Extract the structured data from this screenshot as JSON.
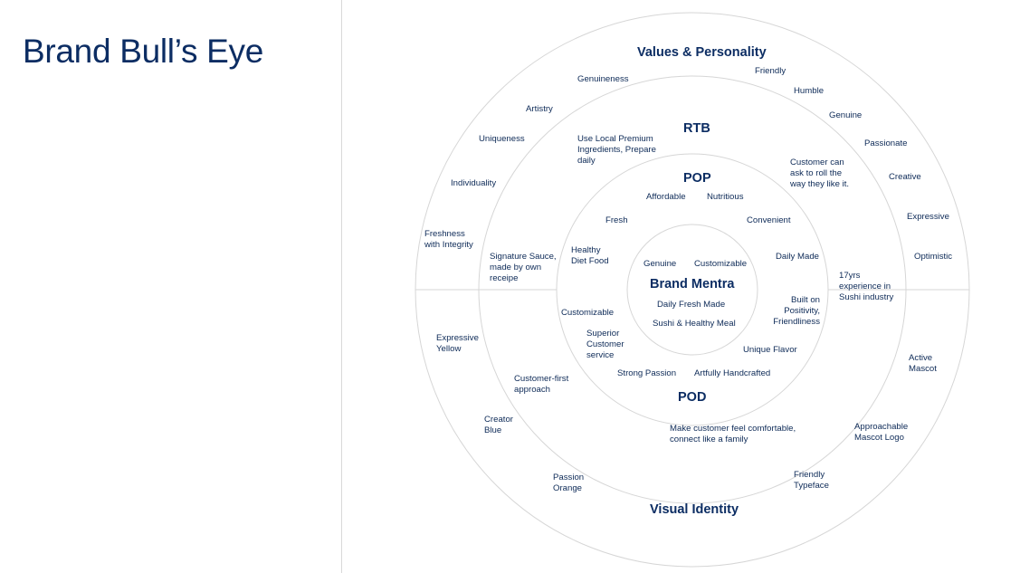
{
  "title": "Brand Bull’s Eye",
  "rings": {
    "values": {
      "heading": "Values & Personality",
      "items": [
        "Genuineness",
        "Friendly",
        "Humble",
        "Artistry",
        "Genuine",
        "Uniqueness",
        "Passionate",
        "Creative",
        "Individuality",
        "Expressive",
        "Freshness with Integrity",
        "Optimistic"
      ]
    },
    "visual": {
      "heading": "Visual Identity",
      "items": [
        "Expressive Yellow",
        "Active Mascot",
        "Creator Blue",
        "Approachable Mascot Logo",
        "Passion Orange",
        "Friendly Typeface"
      ]
    },
    "rtb": {
      "heading": "RTB",
      "items": [
        "Use Local Premium Ingredients, Prepare daily",
        "Customer can ask to roll the way they like it.",
        "Signature Sauce, made by own receipe",
        "17yrs experience in Sushi industry"
      ]
    },
    "pod_outer": {
      "items": [
        "Customer-first approach",
        "Make customer feel comfortable, connect like a family"
      ]
    },
    "pop": {
      "heading": "POP",
      "items": [
        "Affordable",
        "Nutritious",
        "Fresh",
        "Convenient",
        "Healthy Diet Food",
        "Daily Made"
      ]
    },
    "pod": {
      "heading": "POD",
      "items": [
        "Customizable",
        "Built on Positivity, Friendliness",
        "Superior Customer service",
        "Unique Flavor",
        "Strong Passion",
        "Artfully Handcrafted"
      ]
    },
    "core": {
      "heading": "Brand Mentra",
      "items": [
        "Genuine",
        "Customizable",
        "Daily Fresh Made",
        "Sushi & Healthy Meal"
      ]
    }
  },
  "colors": {
    "text": "#0d2a57",
    "heading": "#0c2d63",
    "ring": "#d6d6d6"
  }
}
